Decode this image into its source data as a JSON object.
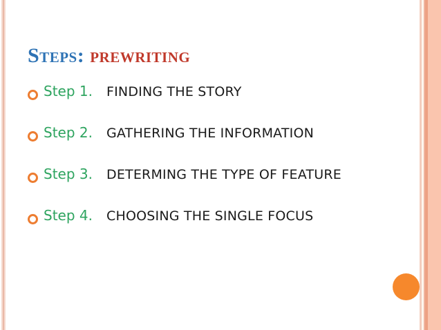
{
  "slide": {
    "title": {
      "steps_word": "Steps: ",
      "topic_word": "prewriting",
      "rendered_as": "STEPS: PREWRITING"
    },
    "steps": [
      {
        "label": "Step 1.",
        "text": "FINDING THE STORY"
      },
      {
        "label": "Step 2.",
        "text": "GATHERING THE INFORMATION"
      },
      {
        "label": "Step 3.",
        "text": "DETERMING THE TYPE OF FEATURE"
      },
      {
        "label": "Step 4.",
        "text": "CHOOSING THE SINGLE FOCUS"
      }
    ],
    "colors": {
      "title_blue": "#2e73b5",
      "title_red": "#c0392b",
      "step_green": "#2ea45f",
      "bullet_orange": "#ed7d31",
      "circle_orange": "#f6882c",
      "stripe_salmon_dark": "#eda183",
      "stripe_salmon_light": "#fac5ae",
      "stripe_pink_pale": "#f5d9ce",
      "body_text": "#1a1a1a",
      "background": "#ffffff"
    }
  }
}
